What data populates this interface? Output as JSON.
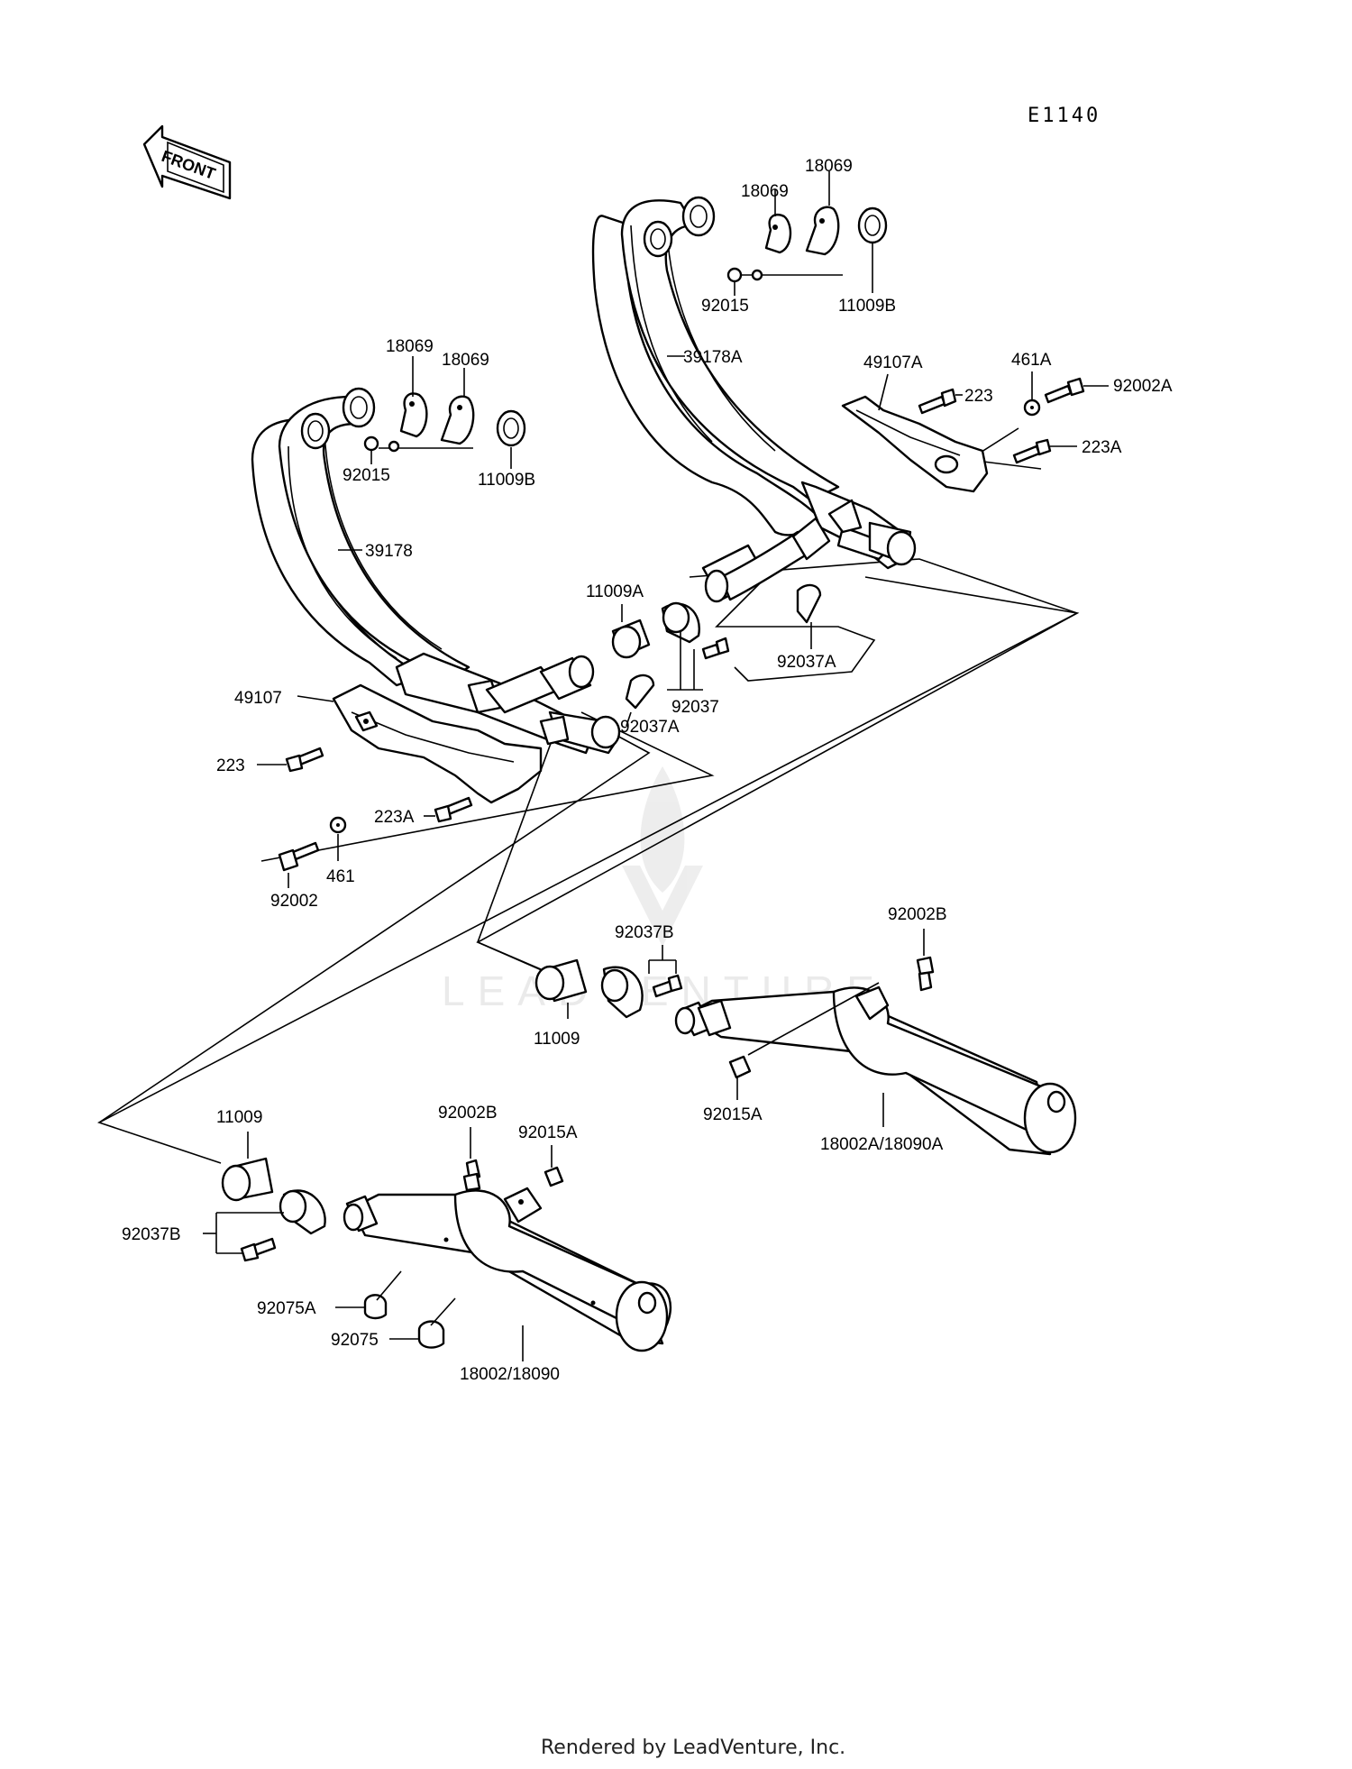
{
  "diagram": {
    "code": "E1140",
    "front_label": "FRONT",
    "watermark": "LEADVENTURE",
    "footer": "Rendered by LeadVenture, Inc.",
    "callouts": {
      "c18069_a": "18069",
      "c18069_b": "18069",
      "c92015_r": "92015",
      "c11009b_r": "11009B",
      "c39178a": "39178A",
      "c49107a": "49107A",
      "c461a": "461A",
      "c223_r": "223",
      "c92002a": "92002A",
      "c223a_r": "223A",
      "c18069_c": "18069",
      "c18069_d": "18069",
      "c92015_l": "92015",
      "c11009b_l": "11009B",
      "c39178": "39178",
      "c11009a": "11009A",
      "c92037": "92037",
      "c92037a_l": "92037A",
      "c92037a_r": "92037A",
      "c49107": "49107",
      "c223_l": "223",
      "c223a_l": "223A",
      "c461": "461",
      "c92002": "92002",
      "c92037b_r": "92037B",
      "c92002b_r": "92002B",
      "c11009_r": "11009",
      "c92015a_r": "92015A",
      "c18002a": "18002A/18090A",
      "c11009_l": "11009",
      "c92002b_l": "92002B",
      "c92015a_l": "92015A",
      "c92037b_l": "92037B",
      "c92075a": "92075A",
      "c92075": "92075",
      "c18002": "18002/18090"
    }
  }
}
